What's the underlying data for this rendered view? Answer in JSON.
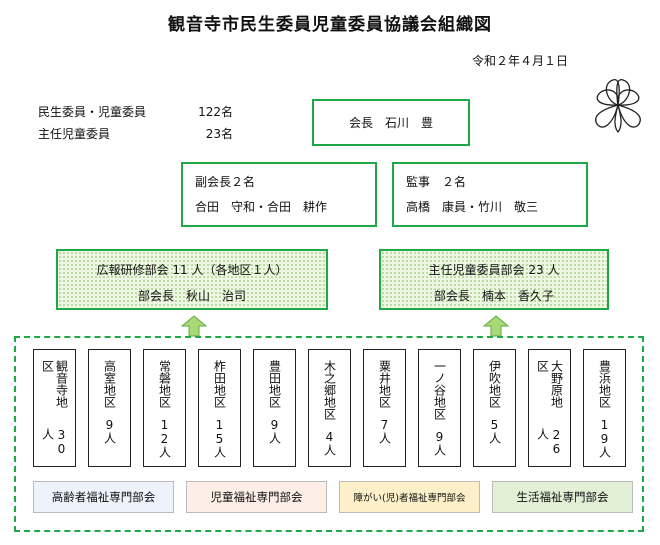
{
  "title": "観音寺市民生委員児童委員協議会組織図",
  "date": "令和２年４月１日",
  "counts": [
    {
      "label": "民生委員・児童委員",
      "value": "122名"
    },
    {
      "label": "主任児童委員",
      "value": "23名"
    }
  ],
  "president": {
    "line1": "会長　石川　豊"
  },
  "vice_president": {
    "line1": "副会長２名",
    "line2": "合田　守和・合田　耕作"
  },
  "auditor": {
    "line1": "監事　２名",
    "line2": "高橋　康員・竹川　敬三"
  },
  "pr_committee": {
    "line1": "広報研修部会 11 人（各地区１人）",
    "line2": "部会長　秋山　治司"
  },
  "chief_committee": {
    "line1": "主任児童委員部会 23 人",
    "line2": "部会長　楠本　香久子"
  },
  "districts": [
    {
      "name": "観音寺地区",
      "count": "30人"
    },
    {
      "name": "高室地区",
      "count": "9人"
    },
    {
      "name": "常磐地区",
      "count": "12人"
    },
    {
      "name": "柞田地区",
      "count": "15人"
    },
    {
      "name": "豊田地区",
      "count": "9人"
    },
    {
      "name": "木之郷地区",
      "count": "4人"
    },
    {
      "name": "粟井地区",
      "count": "7人"
    },
    {
      "name": "一ノ谷地区",
      "count": "9人"
    },
    {
      "name": "伊吹地区",
      "count": "5人"
    },
    {
      "name": "大野原地区",
      "count": "26人"
    },
    {
      "name": "豊浜地区",
      "count": "19人"
    }
  ],
  "sections": [
    {
      "label": "高齢者福祉専門部会",
      "color": "#eef3fb"
    },
    {
      "label": "児童福祉専門部会",
      "color": "#fdeee6"
    },
    {
      "label": "障がい(児)者福祉専門部会",
      "color": "#fdf0c8"
    },
    {
      "label": "生活福祉専門部会",
      "color": "#e2f0d6"
    }
  ],
  "colors": {
    "accent": "#1fa847",
    "arrow": "#a8d878"
  },
  "logo": {
    "icon": "clover-seal-icon"
  }
}
